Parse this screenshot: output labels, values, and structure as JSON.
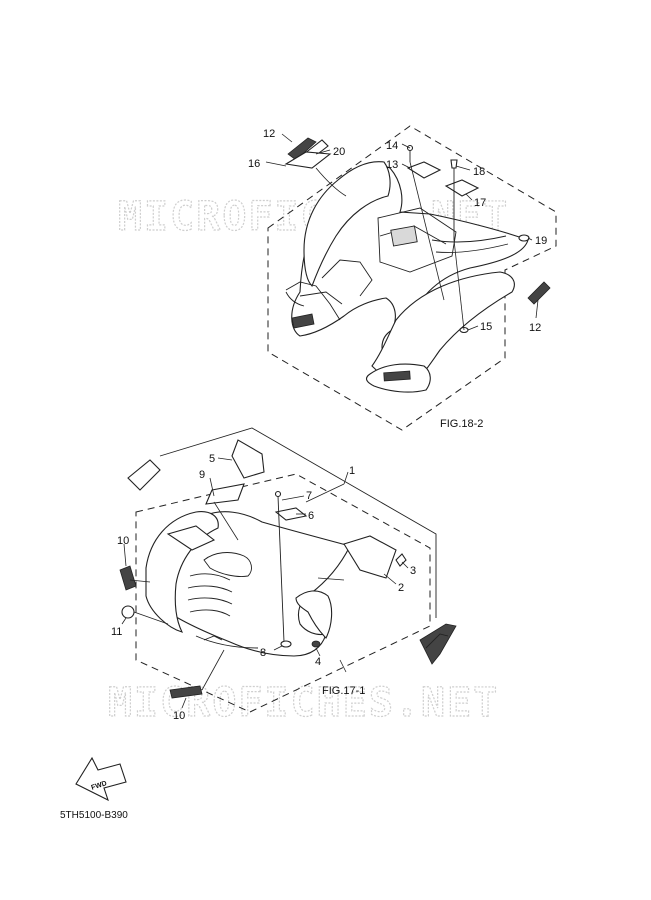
{
  "watermark": "MICROFICHES.NET",
  "diagram_code": "5TH5100-B390",
  "fwd_label": "FWD",
  "fig_labels": {
    "rear": "FIG.18-2",
    "front": "FIG.17-1"
  },
  "callouts": {
    "c1": "1",
    "c2": "2",
    "c3": "3",
    "c4": "4",
    "c5": "5",
    "c6": "6",
    "c7": "7",
    "c8": "8",
    "c9": "9",
    "c10a": "10",
    "c10b": "10",
    "c11": "11",
    "c12a": "12",
    "c12b": "12",
    "c13": "13",
    "c14": "14",
    "c15": "15",
    "c16": "16",
    "c17": "17",
    "c18": "18",
    "c19": "19",
    "c20": "20"
  }
}
